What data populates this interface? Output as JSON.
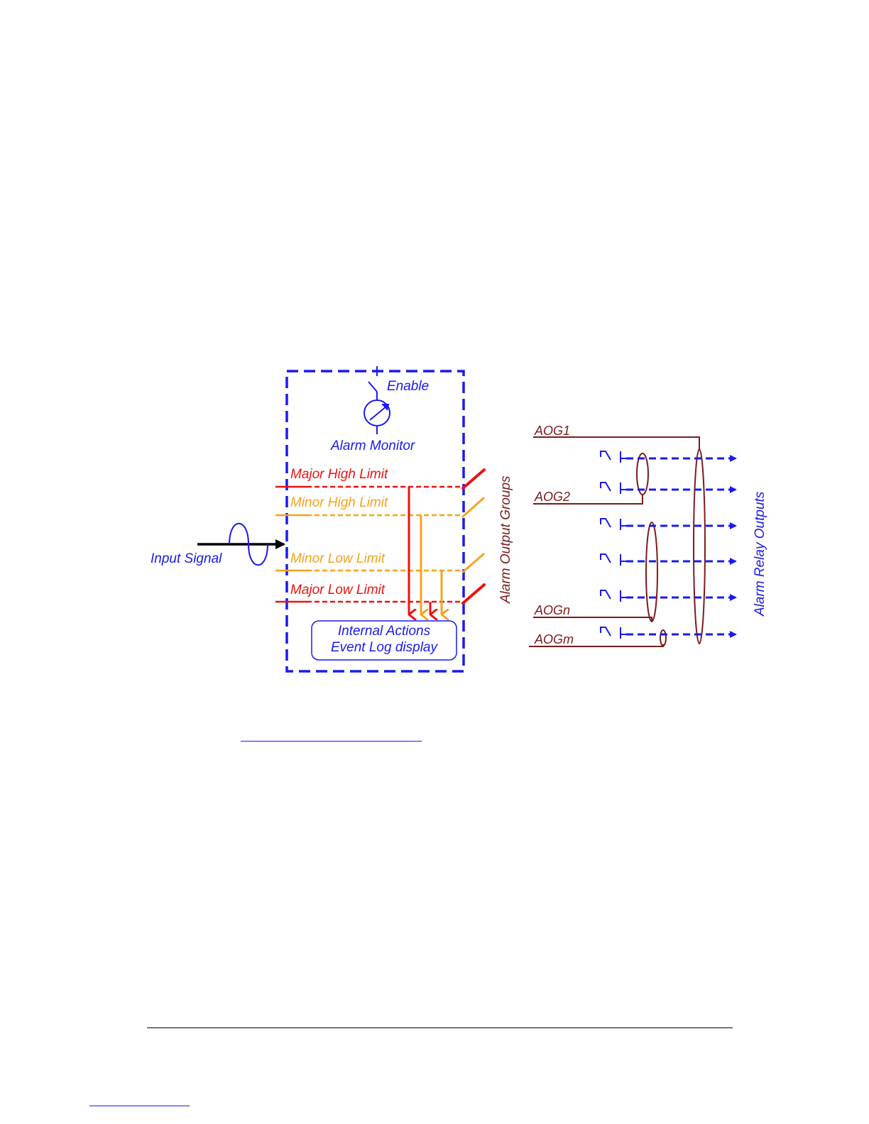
{
  "colors": {
    "blue": "#1a1aee",
    "red": "#ee1111",
    "orange": "#f5a31a",
    "maroon": "#7a1c1c",
    "black": "#000000"
  },
  "diagram": {
    "enable_label": "Enable",
    "alarm_monitor_label": "Alarm Monitor",
    "input_signal_label": "Input Signal",
    "limits": {
      "major_high": "Major High Limit",
      "minor_high": "Minor High Limit",
      "minor_low": "Minor Low Limit",
      "major_low": "Major Low Limit"
    },
    "internal_actions": {
      "line1": "Internal Actions",
      "line2": "Event Log display"
    },
    "alarm_output_groups_label": "Alarm Output Groups",
    "alarm_relay_outputs_label": "Alarm Relay Outputs",
    "aog": {
      "aog1": "AOG1",
      "aog2": "AOG2",
      "aogn": "AOGn",
      "aogm": "AOGm"
    }
  },
  "icons": [
    "switch-icon",
    "meter-icon",
    "sine-wave-icon",
    "relay-contact-icon",
    "arrow-icon"
  ]
}
